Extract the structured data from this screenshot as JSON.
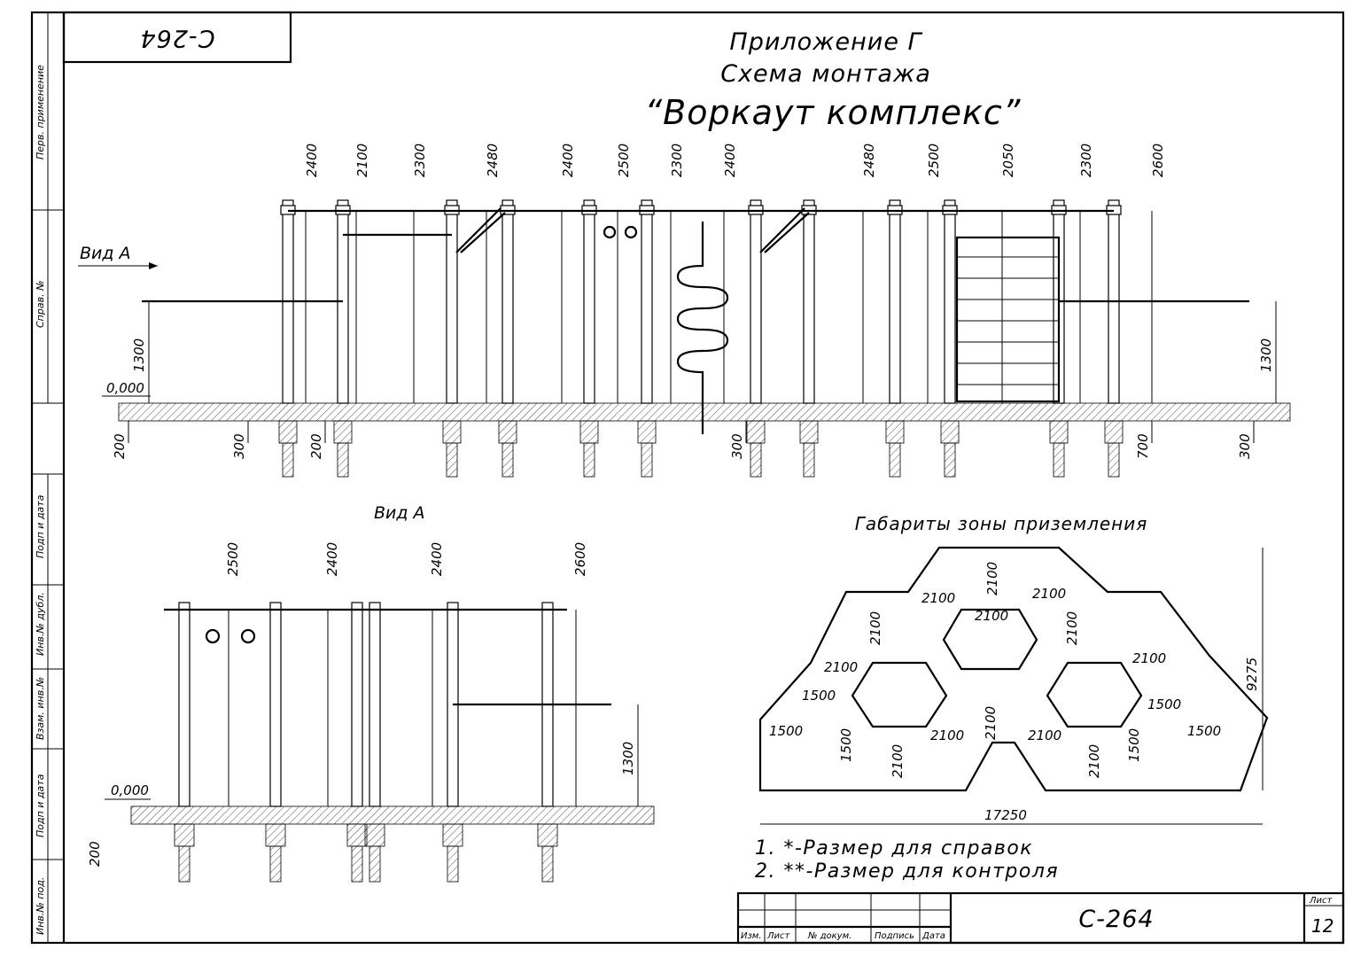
{
  "sheet_code_flipped": "С-264",
  "title": {
    "line1": "Приложение Г",
    "line2": "Схема монтажа",
    "line3": "“Воркаут комплекс”"
  },
  "side_stamp": [
    "Перв. применение",
    "Справ. №",
    "Подп и дата",
    "Инв.№ дубл.",
    "Взам. инв.№",
    "Подп и дата",
    "Инв.№ под."
  ],
  "front_view": {
    "view_label": "Вид А",
    "level_label": "0,000",
    "height_dims": [
      "2400",
      "2100",
      "2300",
      "2480",
      "2400",
      "2500",
      "2300",
      "2400",
      "2480",
      "2500",
      "2050",
      "2300",
      "2600"
    ],
    "side_dims": [
      "1300",
      "1300"
    ],
    "bottom_dims": [
      "200",
      "300",
      "200",
      "300",
      "700",
      "300"
    ]
  },
  "side_view": {
    "title": "Вид А",
    "level_label": "0,000",
    "height_dims": [
      "2500",
      "2400",
      "2400",
      "2600"
    ],
    "side_dims": [
      "1300",
      "200"
    ]
  },
  "zone": {
    "title": "Габариты зоны приземления",
    "dims_2100": [
      "2100",
      "2100",
      "2100",
      "2100",
      "2100",
      "2100",
      "2100",
      "2100",
      "2100",
      "2100",
      "2100",
      "2100",
      "2100"
    ],
    "dims_1500": [
      "1500",
      "1500",
      "1500",
      "1500",
      "1500",
      "1500"
    ],
    "height_dim": "9275",
    "width_dim": "17250"
  },
  "notes": [
    "1.   *-Размер для справок",
    "2.   **-Размер для контроля"
  ],
  "stamp": {
    "columns": [
      "Изм.",
      "Лист",
      "№ докум.",
      "Подпись",
      "Дата"
    ],
    "code": "С-264",
    "sheet_label": "Лист",
    "sheet_number": "12"
  }
}
